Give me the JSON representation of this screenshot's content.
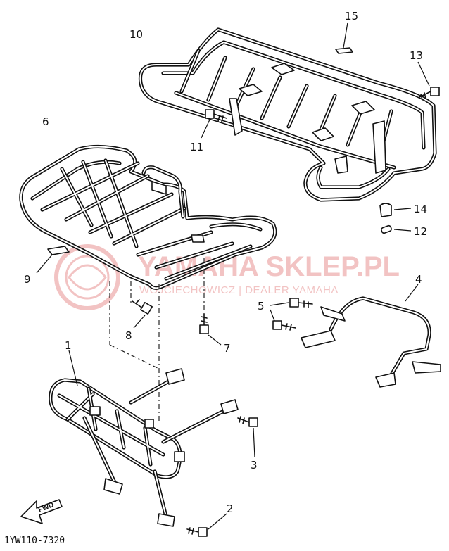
{
  "diagram_code": "1YW110-7320",
  "direction_label": "FWD",
  "watermark": {
    "title": "YAMAHA SKLEP.PL",
    "subtitle": "WOJCIECHOWICZ | DEALER YAMAHA"
  },
  "callouts": [
    {
      "id": "1",
      "label": "1"
    },
    {
      "id": "2",
      "label": "2"
    },
    {
      "id": "3",
      "label": "3"
    },
    {
      "id": "4",
      "label": "4"
    },
    {
      "id": "5",
      "label": "5"
    },
    {
      "id": "6",
      "label": "6"
    },
    {
      "id": "7",
      "label": "7"
    },
    {
      "id": "8",
      "label": "8"
    },
    {
      "id": "9",
      "label": "9"
    },
    {
      "id": "10",
      "label": "10"
    },
    {
      "id": "11",
      "label": "11"
    },
    {
      "id": "12",
      "label": "12"
    },
    {
      "id": "13",
      "label": "13"
    },
    {
      "id": "14",
      "label": "14"
    },
    {
      "id": "15",
      "label": "15"
    }
  ]
}
